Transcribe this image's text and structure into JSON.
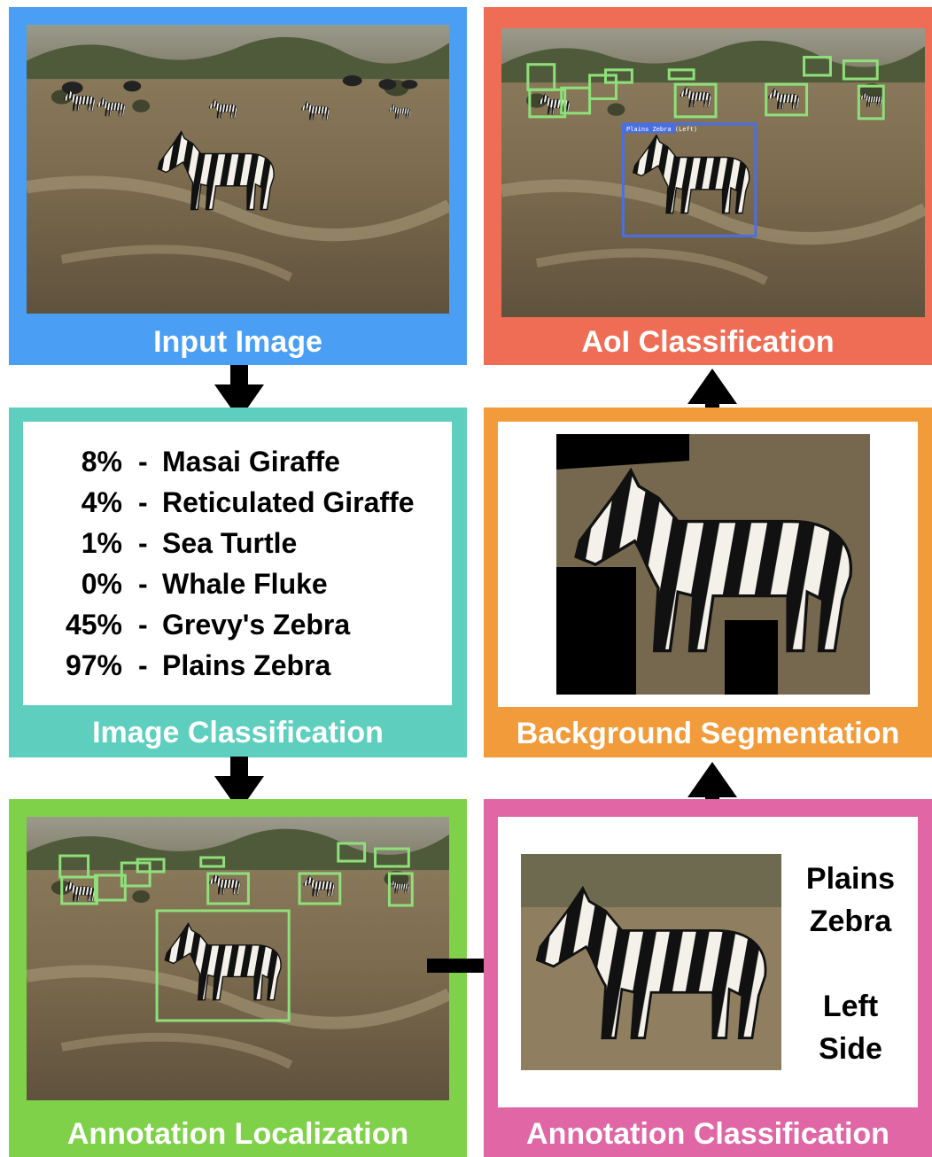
{
  "panels": {
    "input_image": {
      "label": "Input Image",
      "color": "#4a9ff5"
    },
    "image_classification": {
      "label": "Image Classification",
      "color": "#5ecfbf",
      "results": [
        {
          "percent": "8%",
          "name": "Masai Giraffe"
        },
        {
          "percent": "4%",
          "name": "Reticulated Giraffe"
        },
        {
          "percent": "1%",
          "name": "Sea Turtle"
        },
        {
          "percent": "0%",
          "name": "Whale Fluke"
        },
        {
          "percent": "45%",
          "name": "Grevy's Zebra"
        },
        {
          "percent": "97%",
          "name": "Plains Zebra"
        }
      ]
    },
    "annotation_localization": {
      "label": "Annotation Localization",
      "color": "#7fd14a"
    },
    "aoi_classification": {
      "label": "AoI Classification",
      "color": "#ef6d55",
      "box_caption": "Plains Zebra (Left)"
    },
    "background_segmentation": {
      "label": "Background Segmentation",
      "color": "#f29b3a"
    },
    "annotation_classification": {
      "label": "Annotation Classification",
      "color": "#e066a6",
      "species_lines": [
        "Plains",
        "Zebra"
      ],
      "viewpoint_lines": [
        "Left",
        "Side"
      ]
    }
  },
  "colors": {
    "detection_box": "#8fe07a",
    "aoi_box": "#4a6fe0",
    "arrow": "#000000"
  }
}
